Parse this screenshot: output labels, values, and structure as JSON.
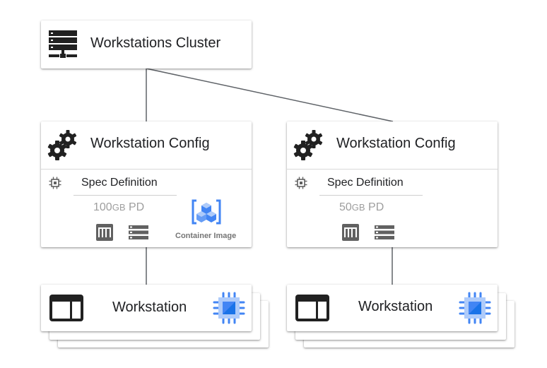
{
  "cluster": {
    "title": "Workstations Cluster",
    "icon": "server-rack-icon"
  },
  "configs": [
    {
      "title": "Workstation Config",
      "icon": "gears-icon",
      "spec_label": "Spec Definition",
      "disk_size": "100",
      "disk_unit": "GB",
      "disk_type": "PD",
      "container_label": "Container Image"
    },
    {
      "title": "Workstation Config",
      "icon": "gears-icon",
      "spec_label": "Spec Definition",
      "disk_size": "50",
      "disk_unit": "GB",
      "disk_type": "PD"
    }
  ],
  "workstations": [
    {
      "title": "Workstation",
      "icon": "browser-window-icon",
      "chip_icon": "compute-chip-icon"
    },
    {
      "title": "Workstation",
      "icon": "browser-window-icon",
      "chip_icon": "compute-chip-icon"
    }
  ],
  "colors": {
    "chip_blue": "#4285f4",
    "chip_light": "#aecbfa",
    "icon_dark": "#212121",
    "icon_gray": "#616161",
    "connector": "#5f6368"
  }
}
